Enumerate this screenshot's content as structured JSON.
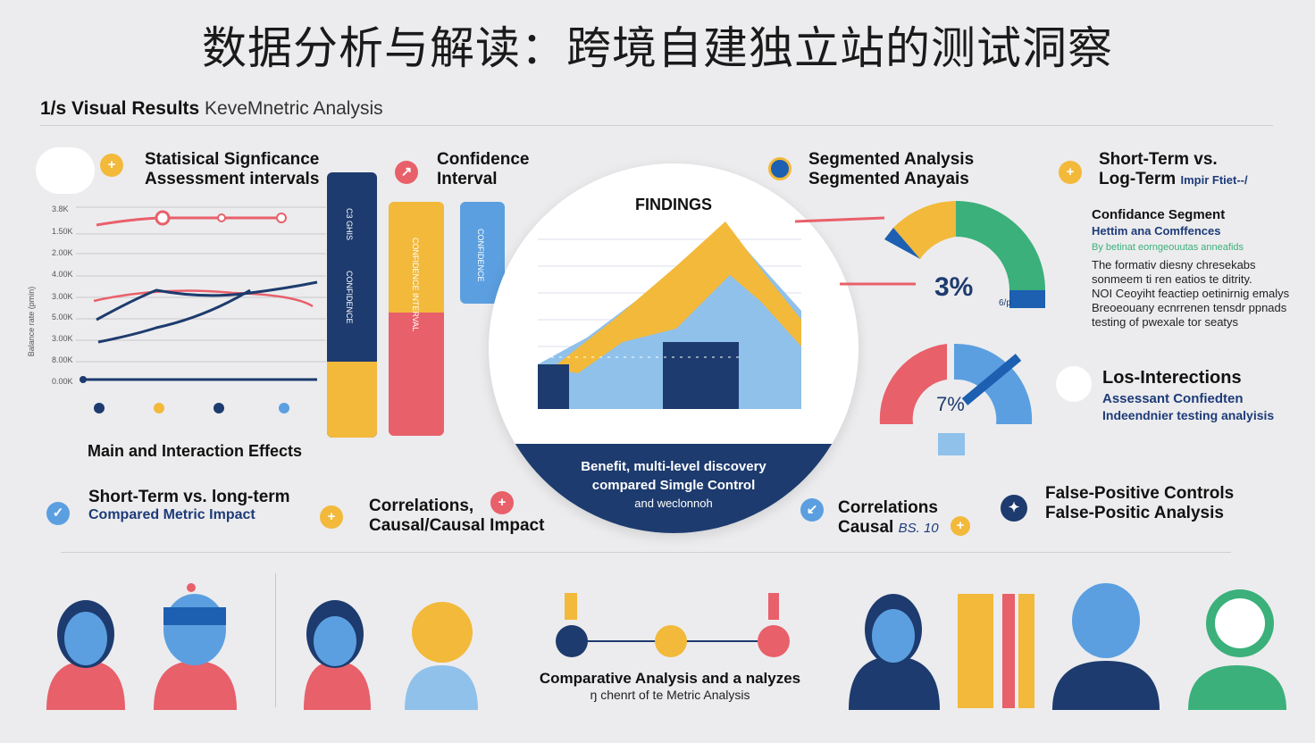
{
  "title": "数据分析与解读：跨境自建独立站的测试洞察",
  "subtitle": {
    "bold": "1/s Visual Results",
    "light": "KeveMnetric Analysis"
  },
  "left_chart": {
    "heading": [
      "Statisical Signficance",
      "Assessment intervals"
    ],
    "ylabels": [
      "3.8K",
      "1.50K",
      "2.00K",
      "4.00K",
      "3.00K",
      "5.00K",
      "3.00K",
      "8.00K",
      "0.00K"
    ],
    "yaxis": "Balance rate (pmin)",
    "footer": "Main and Interaction Effects"
  },
  "confidence": {
    "heading": [
      "Confidence",
      "Interval"
    ],
    "bar_labels": [
      "C3 GHIS",
      "CONFIDENCE",
      "CONFIDENCE INTERVAL",
      "CONFIDENCE"
    ]
  },
  "findings": {
    "title": "FINDINGS",
    "caption": [
      "Benefit, multi-level discovery",
      "compared Simgle Control",
      "and weclonnoh"
    ]
  },
  "segmented": {
    "heading": [
      "Segmented Analysis",
      "Segmented Anayais"
    ],
    "value": "3%",
    "small": "6/p",
    "value2": "7%"
  },
  "short_term": {
    "heading": [
      "Short-Term vs.",
      "Log-Term"
    ],
    "tag": "Impir Ftiet--/"
  },
  "confidence_segment": {
    "heading": "Confidance Segment",
    "sub": "Hettim ana Comffences",
    "green": "By betinat eorngeouutas anneafids",
    "body": [
      "The formativ diesny chresekabs",
      "sonmeem ti ren eatios te ditrity.",
      "NOI Ceoyiht feactiep oetinirnig emalys",
      "Breoeouany ecnrrenen tensdr ppnads",
      "testing of pwexale tor seatys"
    ]
  },
  "interactions": {
    "heading": "Los-Interections",
    "sub": [
      "Assessant Confiedten",
      "Indeendnier testing analyisis"
    ]
  },
  "row2": [
    {
      "title": "Short-Term vs. long-term",
      "sub": "Compared Metric Impact"
    },
    {
      "title": "Correlations,",
      "sub": "Causal/Causal Impact"
    },
    {
      "title": "Correlations",
      "sub": "Causal",
      "tag": "BS. 10"
    },
    {
      "title": "False-Positive Controls",
      "sub": "False-Positic Analysis"
    }
  ],
  "bottom": {
    "line1": "Comparative Analysis and a nalyzes",
    "line2": "ŋ chenrt of te Metric Analysis"
  },
  "colors": {
    "navy": "#1d3b6e",
    "yellow": "#f2b93b",
    "red": "#e8606a",
    "blue": "#5b9fe0",
    "green": "#3bb07a"
  }
}
